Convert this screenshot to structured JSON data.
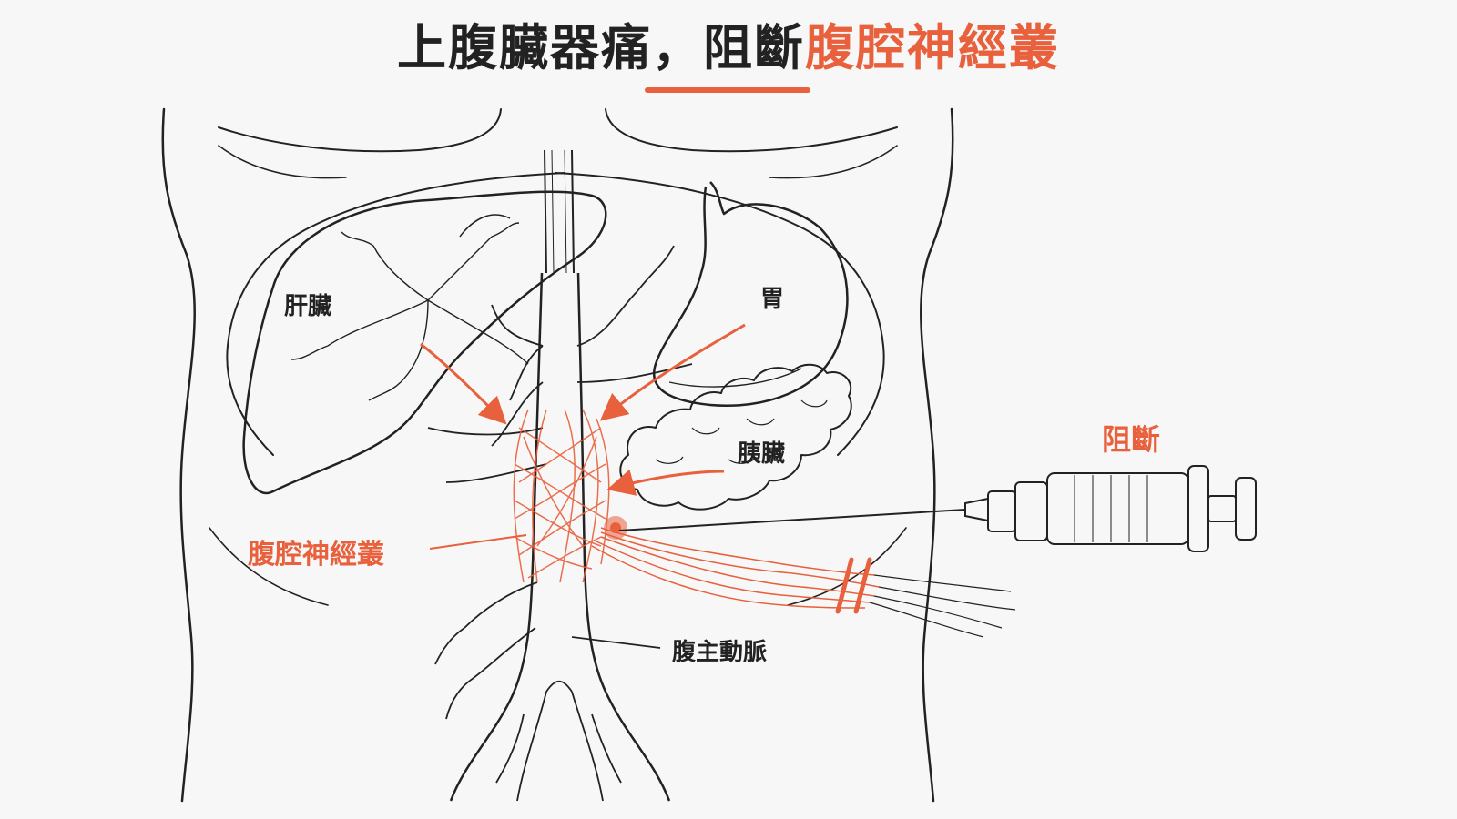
{
  "title": {
    "main": "上腹臟器痛，阻斷",
    "highlight": "腹腔神經叢"
  },
  "labels": {
    "liver": "肝臟",
    "stomach": "胃",
    "pancreas": "胰臟",
    "celiac_plexus": "腹腔神經叢",
    "aorta": "腹主動脈",
    "block": "阻斷"
  },
  "colors": {
    "accent": "#e8603c",
    "ink": "#222222",
    "background": "#f7f7f7"
  }
}
